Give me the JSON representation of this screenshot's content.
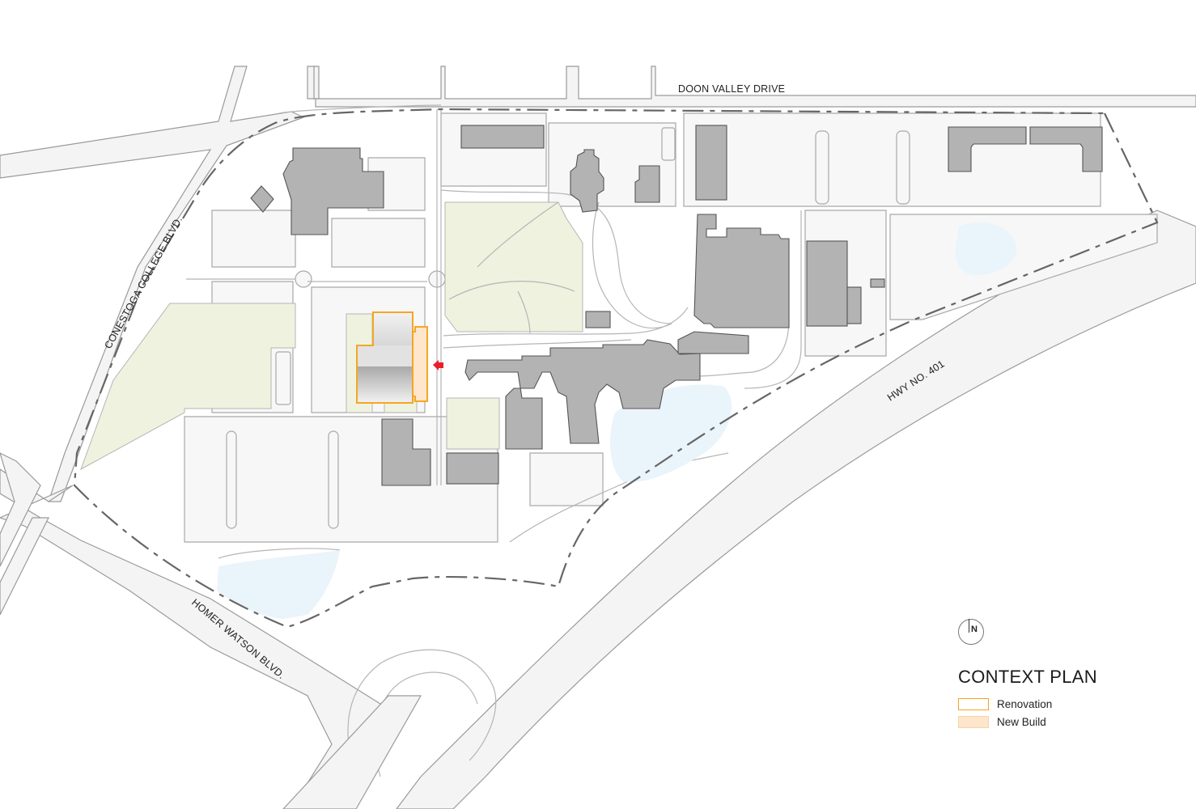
{
  "title": "CONTEXT PLAN",
  "compass": {
    "label": "N"
  },
  "streets": {
    "doon_valley": "DOON VALLEY DRIVE",
    "conestoga": "CONESTOGA COLLEGE BLVD.",
    "hwy401": "HWY NO. 401",
    "homer_watson": "HOMER WATSON BLVD."
  },
  "legend": {
    "items": [
      {
        "label": "Renovation",
        "stroke": "#f5a623",
        "fill": "#ffffff"
      },
      {
        "label": "New Build",
        "stroke": "#f8d4a6",
        "fill": "#fde6cc"
      }
    ]
  },
  "colors": {
    "renovation_outline": "#f5a623",
    "new_build_fill": "#fde6cc",
    "building": "#b3b3b3",
    "green_space": "#eef2df",
    "water": "#eaf4fb",
    "entry_arrow": "#e8202a"
  }
}
